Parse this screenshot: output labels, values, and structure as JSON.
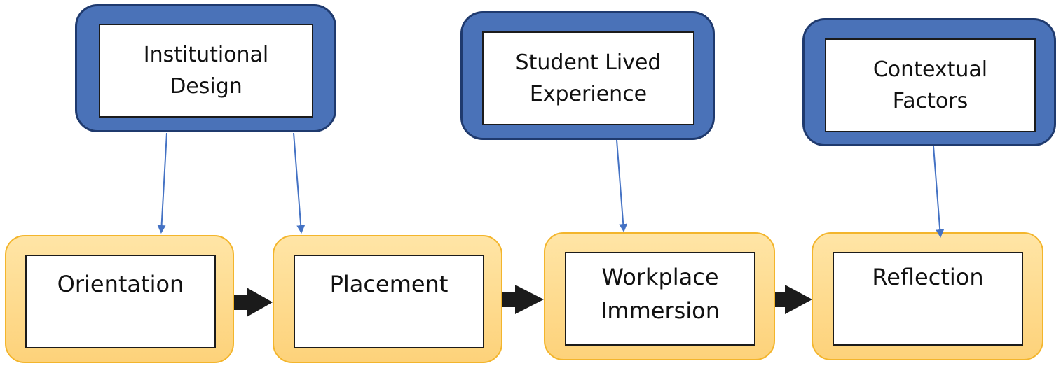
{
  "influences": [
    {
      "id": "institutional-design",
      "line1": "Institutional",
      "line2": "Design"
    },
    {
      "id": "student-lived-experience",
      "line1": "Student Lived",
      "line2": "Experience"
    },
    {
      "id": "contextual-factors",
      "line1": "Contextual",
      "line2": "Factors"
    }
  ],
  "stages": [
    {
      "id": "orientation",
      "line1": "Orientation",
      "line2": ""
    },
    {
      "id": "placement",
      "line1": "Placement",
      "line2": ""
    },
    {
      "id": "workplace-immersion",
      "line1": "Workplace",
      "line2": "Immersion"
    },
    {
      "id": "reflection",
      "line1": "Reflection",
      "line2": ""
    }
  ],
  "colors": {
    "influence_fill": "#4a72b8",
    "influence_border": "#1f3a6e",
    "stage_fill": "#fdd27a",
    "stage_border": "#f3b52c",
    "connector": "#4472c4",
    "flow_arrow": "#1b1b1b"
  }
}
